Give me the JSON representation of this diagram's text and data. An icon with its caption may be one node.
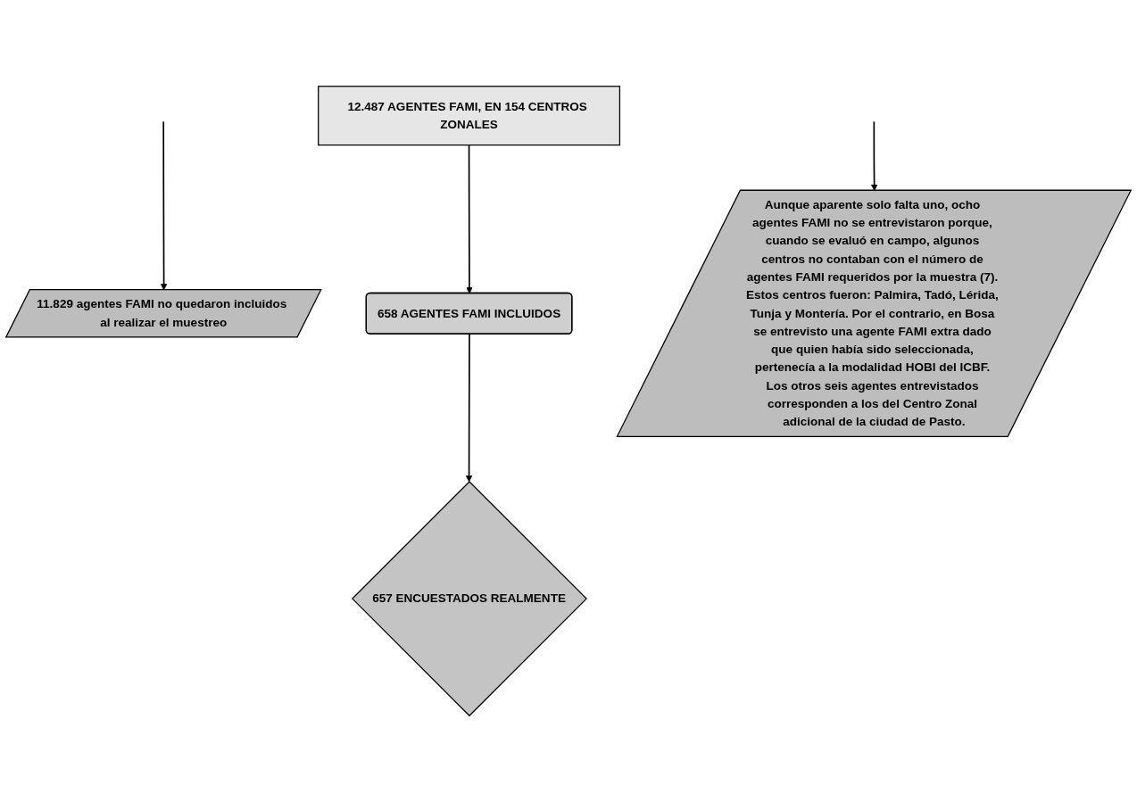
{
  "diagram": {
    "nodes": [
      {
        "text": [
          "12.487 AGENTES FAMI, EN 154 CENTROS ZONALES"
        ]
      },
      {
        "text": [
          "11.829 agentes FAMI no quedaron incluidos al realizar el muestreo"
        ]
      },
      {
        "text": [
          "658 AGENTES FAMI INCLUIDOS"
        ]
      },
      {
        "text": [
          "Aunque aparente solo falta uno, ocho agentes FAMI no se entrevistaron porque, cuando se evaluó en campo, algunos centros no contaban con el número de agentes FAMI requeridos por la muestra (7). Estos centros fueron: Palmira, Tadó, Lérida, Tunja y Montería. Por el contrario, en Bosa se entrevisto una agente FAMI extra dado que quien había sido seleccionada, pertenecía a la modalidad HOBI del ICBF. Los otros seis agentes entrevistados corresponden a los del Centro Zonal adicional de la ciudad de Pasto."
        ]
      },
      {
        "text": [
          "657 ENCUESTADOS REALMENTE"
        ]
      }
    ],
    "edges": [
      {
        "from": 0,
        "to": 2,
        "arrow": "to"
      },
      {
        "from": null,
        "to": 1,
        "arrow": "to"
      },
      {
        "from": 2,
        "to": 4,
        "arrow": "to"
      },
      {
        "from": null,
        "to": 3,
        "arrow": "to"
      }
    ]
  }
}
